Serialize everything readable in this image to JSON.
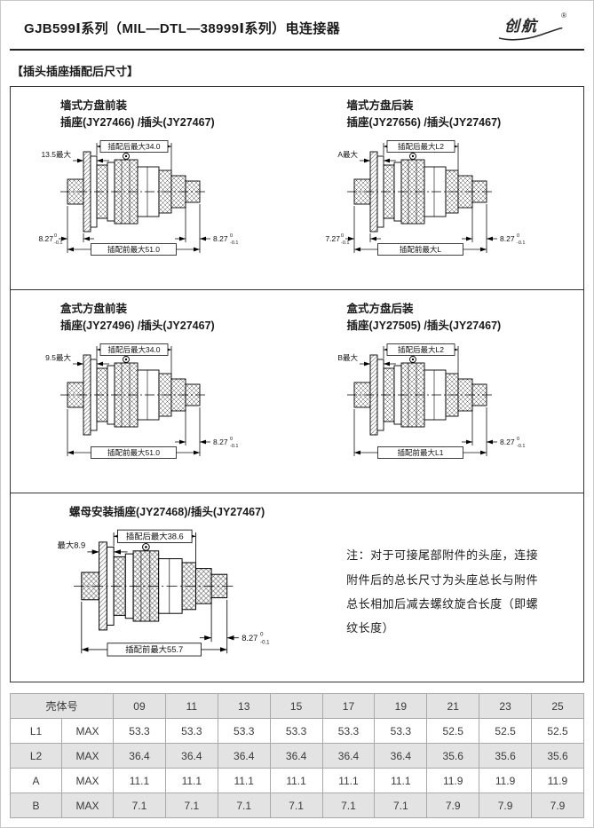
{
  "header": {
    "title": "GJB599Ⅰ系列（MIL—DTL—38999Ⅰ系列）电连接器",
    "logo_text": "创航",
    "logo_reg": "®"
  },
  "section_title": "【插头插座插配后尺寸】",
  "tolerance": {
    "sup": "0",
    "sub": "-0.1"
  },
  "diagrams": [
    {
      "title": "墙式方盘前装",
      "subtitle": "插座(JY27466) /插头(JY27467)",
      "dim_mated": "插配后最大34.0",
      "dim_left": "13.5最大",
      "dim_rear_left": "8.27",
      "dim_rear_right": "8.27",
      "dim_overall": "插配前最大51.0"
    },
    {
      "title": "墙式方盘后装",
      "subtitle": "插座(JY27656) /插头(JY27467)",
      "dim_mated": "插配后最大L2",
      "dim_left": "A最大",
      "dim_rear_left": "7.27",
      "dim_rear_right": "8.27",
      "dim_overall": "插配前最大L"
    },
    {
      "title": "盒式方盘前装",
      "subtitle": "插座(JY27496) /插头(JY27467)",
      "dim_mated": "插配后最大34.0",
      "dim_left": "9.5最大",
      "dim_rear_right": "8.27",
      "dim_overall": "插配前最大51.0"
    },
    {
      "title": "盒式方盘后装",
      "subtitle": "插座(JY27505) /插头(JY27467)",
      "dim_mated": "插配后最大L2",
      "dim_left": "B最大",
      "dim_rear_right": "8.27",
      "dim_overall": "插配前最大L1"
    },
    {
      "title": "螺母安装插座(JY27468)/插头(JY27467)",
      "dim_mated": "插配后最大38.6",
      "dim_left": "最大8.9",
      "dim_rear_right": "8.27",
      "dim_overall": "插配前最大55.7"
    }
  ],
  "note": "注：对于可接尾部附件的头座，连接附件后的总长尺寸为头座总长与附件总长相加后减去螺纹旋合长度（即螺纹长度）",
  "table": {
    "col0_header": "壳体号",
    "sizes": [
      "09",
      "11",
      "13",
      "15",
      "17",
      "19",
      "21",
      "23",
      "25"
    ],
    "rows": [
      {
        "label": "L1",
        "qualifier": "MAX",
        "values": [
          "53.3",
          "53.3",
          "53.3",
          "53.3",
          "53.3",
          "53.3",
          "52.5",
          "52.5",
          "52.5"
        ]
      },
      {
        "label": "L2",
        "qualifier": "MAX",
        "values": [
          "36.4",
          "36.4",
          "36.4",
          "36.4",
          "36.4",
          "36.4",
          "35.6",
          "35.6",
          "35.6"
        ]
      },
      {
        "label": "A",
        "qualifier": "MAX",
        "values": [
          "11.1",
          "11.1",
          "11.1",
          "11.1",
          "11.1",
          "11.1",
          "11.9",
          "11.9",
          "11.9"
        ]
      },
      {
        "label": "B",
        "qualifier": "MAX",
        "values": [
          "7.1",
          "7.1",
          "7.1",
          "7.1",
          "7.1",
          "7.1",
          "7.9",
          "7.9",
          "7.9"
        ]
      }
    ]
  }
}
